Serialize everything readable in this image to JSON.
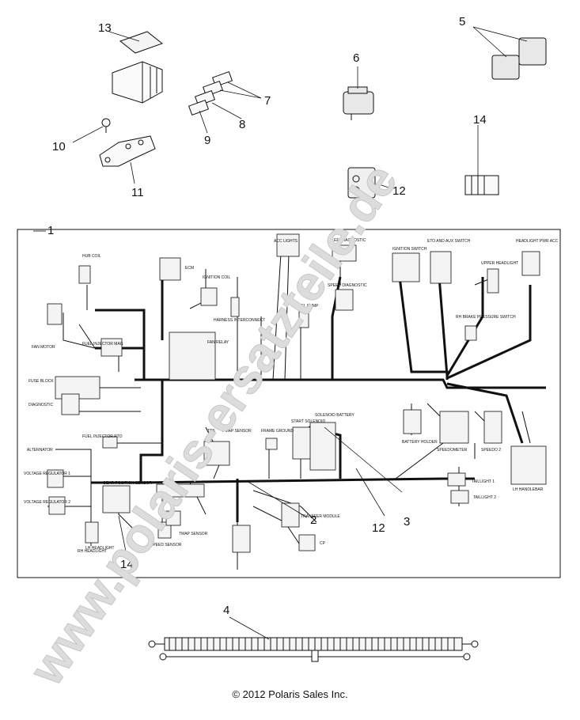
{
  "footer": {
    "copyright": "© 2012 Polaris Sales Inc."
  },
  "watermark": {
    "text": "www.polaris-ersatzteile.de"
  },
  "callouts": [
    "1",
    "2",
    "3",
    "4",
    "5",
    "6",
    "7",
    "8",
    "9",
    "10",
    "11",
    "12",
    "13",
    "14",
    "12",
    "14"
  ],
  "harness_labels": {
    "hub_coil": "HUB COIL",
    "fan_motor": "FAN MOTOR",
    "fuel_injector_mag": "FUEL INJECTOR MAG",
    "fuse_block": "FUSE BLOCK",
    "diagnostic": "DIAGNOSTIC",
    "alternator": "ALTERNATOR",
    "fuel_injector_pto": "FUEL INJECTOR PTO",
    "voltage_regulator_1": "VOLTAGE REGULATOR 1",
    "voltage_regulator_2": "VOLTAGE REGULATOR 2",
    "rh_headlight": "RH HEADLIGHT",
    "ignition_coil": "IGNITION COIL",
    "ecm": "ECM",
    "fan_relay": "FAN RELAY",
    "harness_interconnect": "HARNESS INTERCONNECT",
    "acc_lights": "ACC LIGHTS",
    "efi_diagnostic": "EFI DIAGNOSTIC",
    "speed_diagnostic": "SPEED DIAGNOSTIC",
    "fuel_pump": "FUEL PUMP",
    "ignition_switch": "IGNITION SWITCH",
    "eto_and_aux_switch": "ETO AND AUX SWITCH",
    "upper_headlight": "UPPER HEADLIGHT",
    "headlight_pwr_acc": "HEADLIGHT PWR ACC",
    "rh_brake_pressure_switch": "RH BRAKE PRESSURE SWITCH",
    "tps": "TPS",
    "tmap_sensor": "T-MAP SENSOR",
    "frame_ground": "FRAME GROUND",
    "start_solenoid": "START SOLENOID",
    "solenoid_battery": "SOLENOID BATTERY",
    "battery_holder": "BATTERY HOLDER",
    "speedometer": "SPEEDOMETER",
    "speedo_2": "SPEEDO 2",
    "lh_handlebar": "LH HANDLEBAR",
    "taillight_1": "TAILLIGHT 1",
    "taillight_2": "TAILLIGHT 2",
    "transfer_module": "TRANSFER MODULE",
    "speed_sensor": "SPEED SENSOR",
    "tmap_sensor_2": "TMAP SENSOR",
    "lh_headlight": "LH HEADLIGHT",
    "cp": "CP",
    "gear_position_sensor": "GEAR POSITION SENSOR"
  },
  "colors": {
    "line": "#111111",
    "watermark_fill": "#dcdcdc",
    "watermark_stroke": "#c8c8c8"
  }
}
